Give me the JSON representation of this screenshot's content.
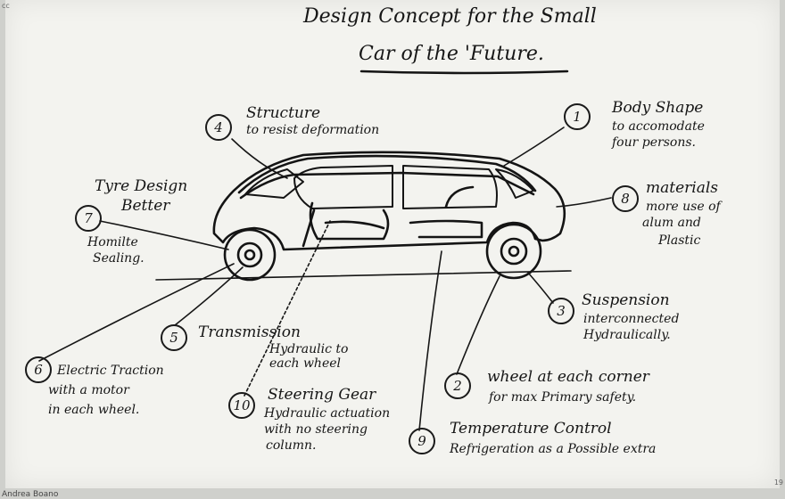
{
  "title": {
    "line1": "Design Concept for the Small",
    "line2": "Car of the 'Future."
  },
  "callouts": [
    {
      "num": "1",
      "lines": [
        "Body Shape",
        "to accomodate",
        "four persons."
      ]
    },
    {
      "num": "2",
      "lines": [
        "wheel at each corner",
        "for max Primary safety."
      ]
    },
    {
      "num": "3",
      "lines": [
        "Suspension",
        "interconnected",
        "Hydraulically."
      ]
    },
    {
      "num": "4",
      "lines": [
        "Structure",
        "to resist deformation"
      ]
    },
    {
      "num": "5",
      "lines": [
        "Transmission",
        "Hydraulic to",
        "each wheel"
      ]
    },
    {
      "num": "6",
      "lines": [
        "Electric Traction",
        "with a motor",
        "in each wheel."
      ]
    },
    {
      "num": "7",
      "lines": [
        "Tyre Design",
        "Better",
        "Homilte",
        "Sealing."
      ]
    },
    {
      "num": "8",
      "lines": [
        "materials",
        "more use of",
        "alum and",
        "Plastic"
      ]
    },
    {
      "num": "9",
      "lines": [
        "Temperature Control",
        "Refrigeration as a Possible extra"
      ]
    },
    {
      "num": "10",
      "lines": [
        "Steering Gear",
        "Hydraulic actuation",
        "with no steering",
        "column."
      ]
    }
  ],
  "credit": "Andrea Boano",
  "corner_top": "cc",
  "corner_bottom": "19"
}
